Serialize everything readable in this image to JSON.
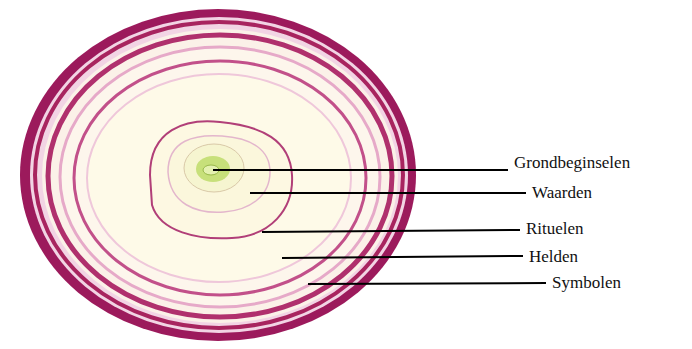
{
  "diagram": {
    "labels": [
      "Grondbeginselen",
      "Waarden",
      "Rituelen",
      "Helden",
      "Symbolen"
    ]
  }
}
